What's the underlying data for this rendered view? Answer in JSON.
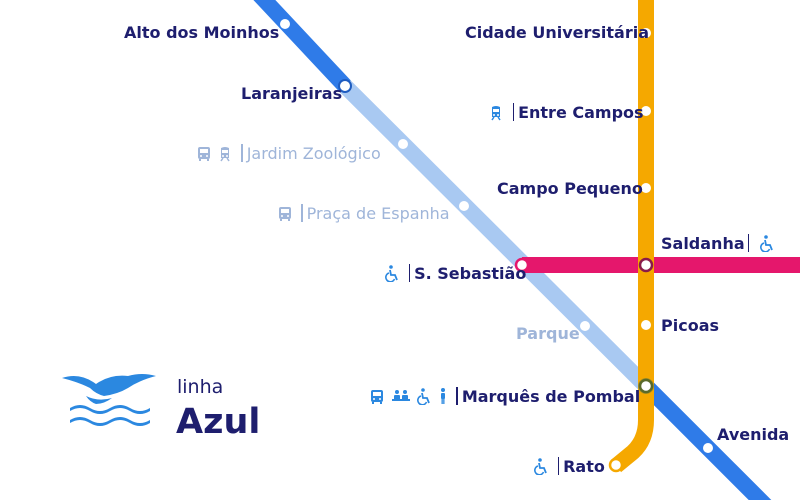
{
  "colors": {
    "blue_line": "#2f7be8",
    "blue_line_light": "#a9c9f2",
    "yellow_line": "#f5a800",
    "red_line": "#e5176c",
    "text_dark": "#1e1e6e",
    "text_faded": "#9fb5d9",
    "icon_blue": "#2b88e0"
  },
  "legend": {
    "small": "linha",
    "big": "Azul",
    "logo_icon": "seagull-icon"
  },
  "stations": {
    "alto_dos_moinhos": "Alto dos Moinhos",
    "laranjeiras": "Laranjeiras",
    "jardim_zoologico": "Jardim Zoológico",
    "praca_de_espanha": "Praça de Espanha",
    "s_sebastiao": "S. Sebastião",
    "parque": "Parque",
    "marques_de_pombal": "Marquês de Pombal",
    "avenida": "Avenida",
    "cidade_universitaria": "Cidade Universitária",
    "entre_campos": "Entre Campos",
    "campo_pequeno": "Campo Pequeno",
    "saldanha": "Saldanha",
    "picoas": "Picoas",
    "rato": "Rato"
  },
  "station_icons": {
    "jardim_zoologico": [
      "bus-icon",
      "train-icon"
    ],
    "praca_de_espanha": [
      "bus-icon"
    ],
    "s_sebastiao": [
      "wheelchair-icon"
    ],
    "marques_de_pombal": [
      "bus-icon",
      "people-icon",
      "wheelchair-icon",
      "info-person-icon"
    ],
    "entre_campos": [
      "train-icon"
    ],
    "saldanha": [
      "wheelchair-icon"
    ],
    "rato": [
      "wheelchair-icon"
    ]
  },
  "lines": [
    "blue",
    "yellow",
    "red"
  ]
}
